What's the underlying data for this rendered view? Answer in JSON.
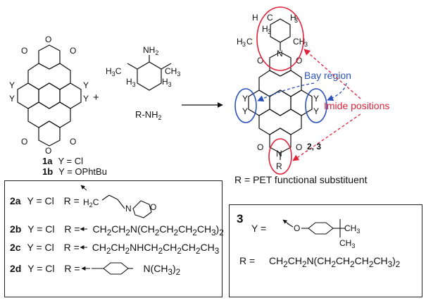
{
  "reactant_left": {
    "labels": [
      {
        "id": "1a",
        "text": "Y = Cl"
      },
      {
        "id": "1b",
        "text": "Y = OPhtBu"
      }
    ]
  },
  "plus": "+",
  "amine": {
    "formula": "R-NH2",
    "nh2": "NH2",
    "h3c": "H3C",
    "ch3": "CH3",
    "h3": "H3"
  },
  "product": {
    "bay_region": "Bay region",
    "imide_positions": "Imide positions",
    "compound_ids": "2, 3",
    "r_note": "R = PET functional substituent",
    "accent_red": "#e0233c",
    "accent_blue": "#2a52b8"
  },
  "box_left": {
    "rows": [
      {
        "id": "2a",
        "y": "Y = Cl",
        "r": "R = "
      },
      {
        "id": "2b",
        "y": "Y = Cl",
        "r": "R = ",
        "formula": "CH2CH2N(CH2CH2CH2CH3)2"
      },
      {
        "id": "2c",
        "y": "Y = Cl",
        "r": "R = ",
        "formula": "CH2CH2NHCH2CH2CH2CH3"
      },
      {
        "id": "2d",
        "y": "Y = Cl",
        "r": "R = ",
        "formula": "N(CH3)2"
      }
    ]
  },
  "box_right": {
    "id": "3",
    "y_label": "Y =",
    "r_label": "R =",
    "formula": "CH2CH2N(CH2CH2CH2CH3)2"
  }
}
